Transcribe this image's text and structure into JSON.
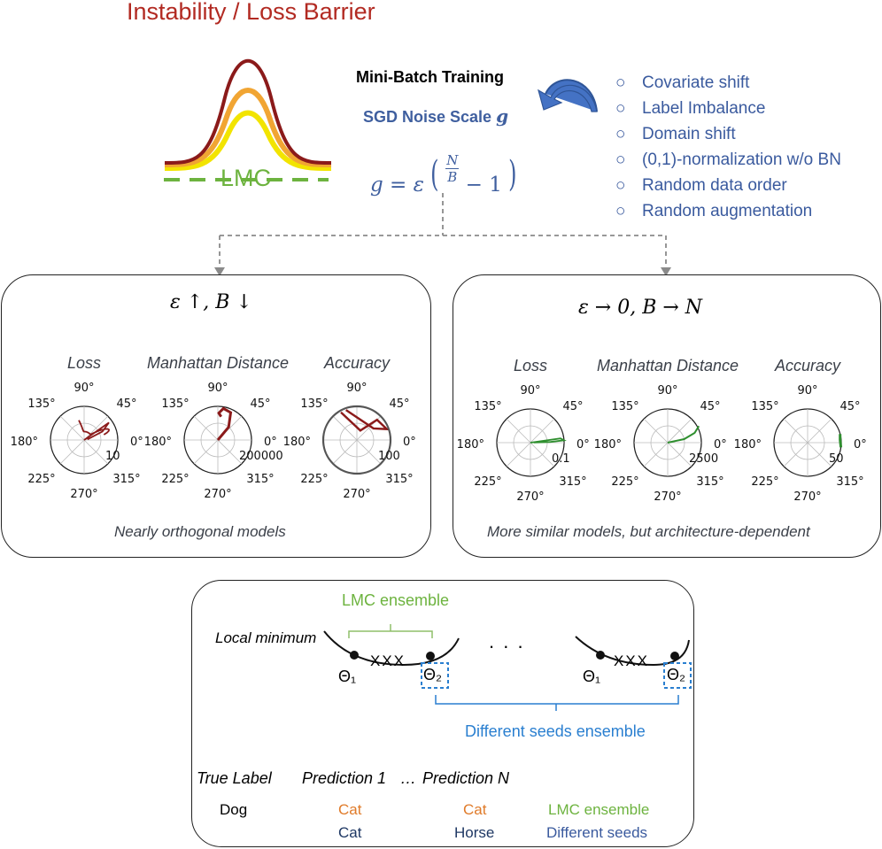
{
  "top": {
    "title": "Instability / Loss Barrier",
    "lmc_label": "LMC",
    "minibatch_label": "Mini-Batch Training",
    "sgd_label": "SGD Noise Scale",
    "sgd_symbol": "g",
    "formula": {
      "lhs": "g = ε",
      "num": "N",
      "den": "B",
      "tail": "− 1"
    },
    "reasons": [
      "Covariate shift",
      "Label Imbalance",
      "Domain shift",
      "(0,1)-normalization w/o BN",
      "Random data order",
      "Random augmentation"
    ],
    "bullet": "○"
  },
  "left_panel": {
    "heading": "ε ↑, B ↓",
    "caption": "Nearly orthogonal models",
    "plots": [
      {
        "title": "Loss",
        "rmax_label": "10"
      },
      {
        "title": "Manhattan Distance",
        "rmax_label": "200000"
      },
      {
        "title": "Accuracy",
        "rmax_label": "100"
      }
    ]
  },
  "right_panel": {
    "heading": "ε → 0, B → N",
    "caption": "More similar models, but architecture-dependent",
    "plots": [
      {
        "title": "Loss",
        "rmax_label": "0.1"
      },
      {
        "title": "Manhattan Distance",
        "rmax_label": "2500"
      },
      {
        "title": "Accuracy",
        "rmax_label": "50"
      }
    ]
  },
  "angles": [
    "90°",
    "45°",
    "0°",
    "315°",
    "270°",
    "225°",
    "180°",
    "135°"
  ],
  "bottom": {
    "lmc_ensemble": "LMC ensemble",
    "local_minimum": "Local minimum",
    "dots": ". . .",
    "theta1": "Θ₁",
    "theta2": "Θ₂",
    "marks": "XXX",
    "diff_seeds": "Different seeds ensemble",
    "table": {
      "headers": [
        "True Label",
        "Prediction 1",
        "…",
        "Prediction N"
      ],
      "rows": [
        {
          "true": "Dog",
          "p1": "Cat",
          "pn": "Cat",
          "label": "LMC ensemble"
        },
        {
          "true": "",
          "p1": "Cat",
          "pn": "Horse",
          "label": "Different seeds"
        }
      ]
    }
  },
  "colors": {
    "red": "#b22a22",
    "lmc_green": "#6db33f",
    "blue_text": "#3a5a9e",
    "seed_blue": "#2a7fd0",
    "orange": "#e07b2a",
    "dark_red_curve": "#8b1a1a",
    "green_curve": "#2f8f2f"
  }
}
